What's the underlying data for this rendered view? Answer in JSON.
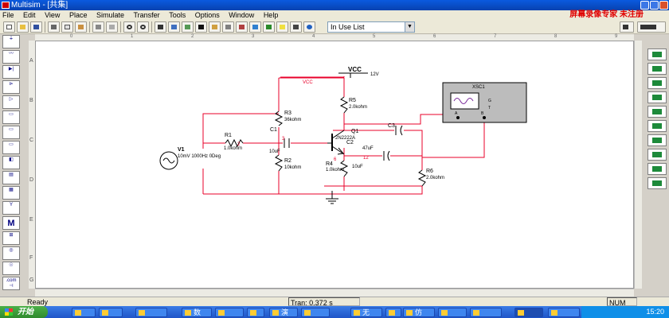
{
  "window": {
    "title": "Multisim - [共集]"
  },
  "menu": {
    "items": [
      "File",
      "Edit",
      "View",
      "Place",
      "Simulate",
      "Transfer",
      "Tools",
      "Options",
      "Window",
      "Help"
    ],
    "watermark": "屏幕录像专家 未注册"
  },
  "toolbar": {
    "in_use_list": "In Use List"
  },
  "left_tools": [
    "",
    "",
    "",
    "",
    "",
    "",
    "",
    "",
    "",
    "",
    "",
    "",
    "",
    "",
    "",
    "",
    ".com"
  ],
  "rulers": {
    "top": [
      "0",
      "1",
      "2",
      "3",
      "4",
      "5",
      "6",
      "7",
      "8",
      "9"
    ],
    "side": [
      "A",
      "B",
      "C",
      "D",
      "E",
      "F",
      "G"
    ]
  },
  "schematic": {
    "vcc": {
      "label": "VCC",
      "value": "12V",
      "net": "VCC"
    },
    "v1": {
      "ref": "V1",
      "value": "10mV 1000Hz 0Deg"
    },
    "r1": {
      "ref": "R1",
      "value": "1.0kohm"
    },
    "c1": {
      "ref": "C1",
      "value": "10uF"
    },
    "r3": {
      "ref": "R3",
      "value": "36kohm"
    },
    "r2": {
      "ref": "R2",
      "value": "10kohm"
    },
    "r5": {
      "ref": "R5",
      "value": "2.0kohm"
    },
    "q1": {
      "ref": "Q1",
      "model": "2N2222A"
    },
    "c3": {
      "ref": "C3",
      "value": "47uF"
    },
    "c2": {
      "ref": "C2",
      "value": "10uF"
    },
    "r4": {
      "ref": "R4",
      "value": "1.0kohm"
    },
    "r6": {
      "ref": "R6",
      "value": "2.0kohm"
    },
    "xsc1": {
      "ref": "XSC1",
      "a": "A",
      "b": "B",
      "g": "G",
      "t": "T"
    },
    "nodes": {
      "n2": "2",
      "n3": "3",
      "n6": "6",
      "n12": "12"
    }
  },
  "status": {
    "ready": "Ready",
    "tran": "Tran: 0.372 s",
    "num": "NUM"
  },
  "taskbar": {
    "start": "开始",
    "tasks": [
      "",
      "",
      "",
      "数",
      "",
      "",
      "演",
      "",
      "无",
      "",
      "仿",
      "",
      "",
      "",
      ""
    ],
    "clock": "15:20"
  }
}
